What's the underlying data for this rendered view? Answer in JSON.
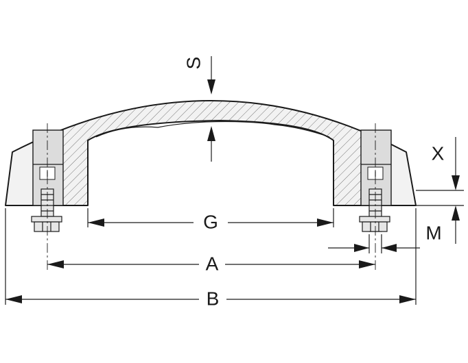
{
  "labels": {
    "S": "S",
    "X": "X",
    "G": "G",
    "A": "A",
    "M": "M",
    "B": "B"
  }
}
